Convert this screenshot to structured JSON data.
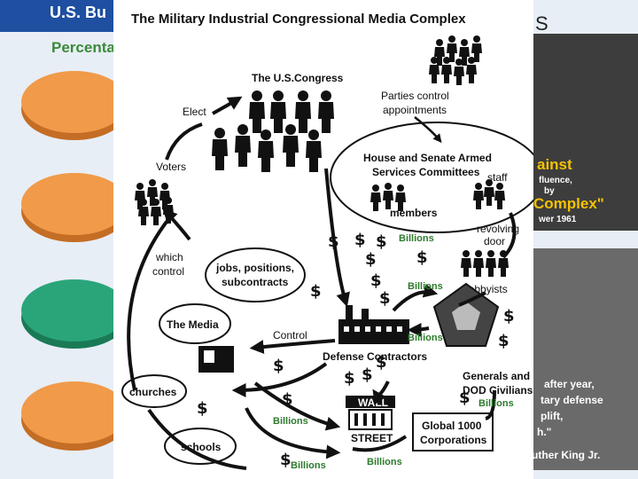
{
  "background_slide": {
    "banner_title": "U.S. Bu",
    "subtitle": "Percenta",
    "top_right_letter": "S",
    "quote1_line1": "ainst",
    "quote1_line2": "fluence,",
    "quote1_line3": "by",
    "quote1_line4": "Complex\"",
    "quote1_line5": "wer 1961",
    "quote2_line1": "after year,",
    "quote2_line2": "tary defense",
    "quote2_line3": "plift,",
    "quote2_line4": "h.\"",
    "quote2_line5": "uther King Jr."
  },
  "diagram": {
    "title": "The Military Industrial Congressional Media Complex",
    "nodes": {
      "congress": "The U.S.Congress",
      "parties": [
        "Parties control",
        "appointments"
      ],
      "elect": "Elect",
      "voters": "Voters",
      "committees": [
        "House and Senate Armed",
        "Services Committees"
      ],
      "staff": "staff",
      "members": "members",
      "revolving_door": [
        "revolving",
        "door"
      ],
      "which_control": [
        "which",
        "control"
      ],
      "jobs": [
        "jobs, positions,",
        "subcontracts"
      ],
      "lobbyists": "lobbyists",
      "media": "The Media",
      "control": "Control",
      "defense_contractors": "Defense Contractors",
      "generals": [
        "Generals and",
        "DOD Civilians"
      ],
      "churches": "churches",
      "wall": "WALL",
      "street": "STREET",
      "global": [
        "Global 1000",
        "Corporations"
      ],
      "schools": "schools"
    },
    "billions_label": "Billions",
    "dollar_sign": "$"
  }
}
